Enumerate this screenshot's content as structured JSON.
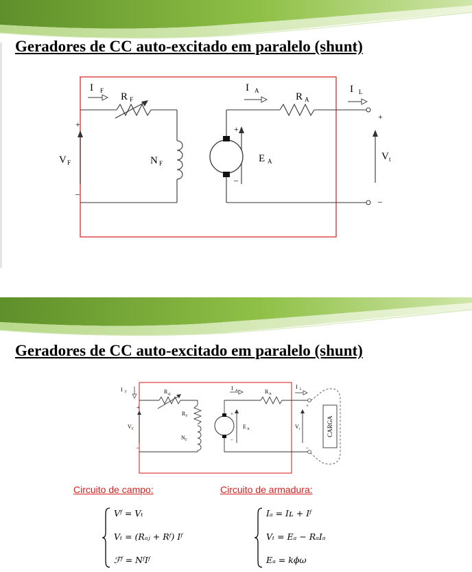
{
  "slide1": {
    "title": "Geradores de CC auto-excitado em paralelo (shunt)",
    "labels": {
      "if_main": "I",
      "if_sub": "F",
      "rf_main": "R",
      "rf_sub": "F",
      "ia_main": "I",
      "ia_sub": "A",
      "ra_main": "R",
      "ra_sub": "A",
      "il_main": "I",
      "il_sub": "L",
      "vf_main": "V",
      "vf_sub": "F",
      "nf_main": "N",
      "nf_sub": "F",
      "ea_main": "E",
      "ea_sub": "A",
      "vt_main": "V",
      "vt_sub": "t",
      "plus": "+",
      "minus": "–"
    }
  },
  "slide2": {
    "title": "Geradores de CC auto-excitado em paralelo (shunt)",
    "labels": {
      "if_main": "I",
      "if_sub": "F",
      "raj_main": "R",
      "raj_sub": "aj",
      "rf_main": "R",
      "rf_sub": "F",
      "nf_main": "N",
      "nf_sub": "F",
      "vf_main": "V",
      "vf_sub": "F",
      "ia_main": "I",
      "ia_sub": "A",
      "ra_main": "R",
      "ra_sub": "A",
      "il_main": "I",
      "il_sub": "L",
      "ea_main": "E",
      "ea_sub": "A",
      "vt_main": "V",
      "vt_sub": "t",
      "carga": "CARGA",
      "plus": "+",
      "minus": "–"
    },
    "field_circuit": {
      "label": "Circuito de campo:",
      "equations": [
        "Vᶠ = Vₜ",
        "Vₜ = (Rₐⱼ + Rᶠ) Iᶠ",
        "ℱᶠ = NᶠIᶠ"
      ]
    },
    "armature_circuit": {
      "label": "Circuito de armadura:",
      "equations": [
        "Iₐ = Iʟ + Iᶠ",
        "Vₜ = Eₐ − RₐIₐ",
        "Eₐ = kϕω"
      ]
    }
  }
}
